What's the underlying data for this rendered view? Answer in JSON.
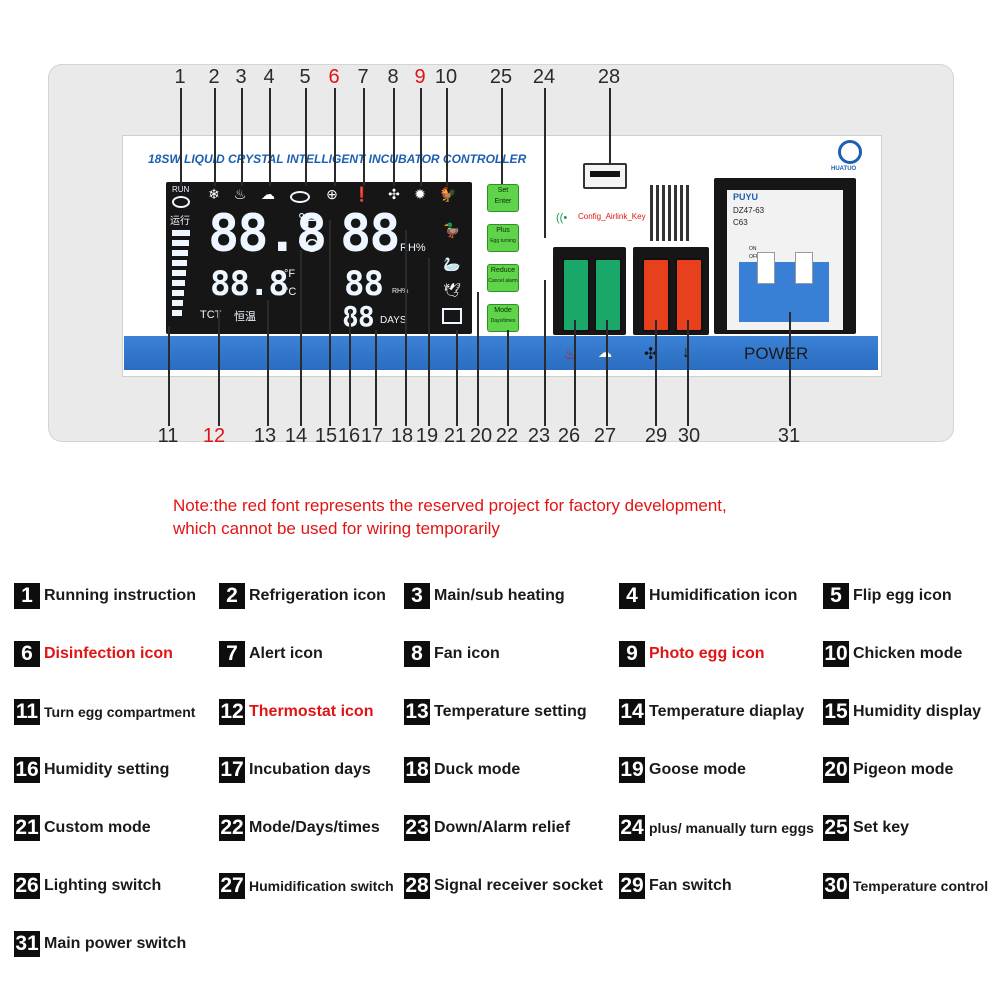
{
  "device": {
    "controller_title": "18SW LIQUID CRYSTAL INTELLIGENT INCUBATOR CONTROLLER",
    "brand": "HUATUO",
    "lcd": {
      "run_label": "RUN",
      "run_cn": "运行",
      "main_temp": "88.8",
      "unit_f": "°F",
      "unit_c": "°C",
      "main_hum": "88",
      "rh_label": "RH%",
      "sub_temp": "88.8",
      "sub_unit_f": "°F",
      "sub_unit_c": "°C",
      "sub_hum": "88",
      "sub_rh_label": "RH%",
      "days_value": "88",
      "days_label": "DAYS",
      "tct_label": "TCT",
      "thermostat_cn": "恒温"
    },
    "buttons": {
      "set": "Set",
      "enter": "Enter",
      "plus": "Plus",
      "egg_turning": "Egg turning",
      "reduce": "Reduce",
      "cancel_alarm": "Cancel alarm",
      "mode": "Mode",
      "days_times": "Days/times"
    },
    "wifi_label": "Config_Airlink_Key",
    "breaker": {
      "brand": "PUYU",
      "model": "DZ47-63",
      "rating": "C63",
      "on_label": "ON",
      "off_label": "OFF",
      "power_label": "POWER"
    }
  },
  "top_numbers": [
    {
      "n": "1",
      "red": false
    },
    {
      "n": "2",
      "red": false
    },
    {
      "n": "3",
      "red": false
    },
    {
      "n": "4",
      "red": false
    },
    {
      "n": "5",
      "red": false
    },
    {
      "n": "6",
      "red": true
    },
    {
      "n": "7",
      "red": false
    },
    {
      "n": "8",
      "red": false
    },
    {
      "n": "9",
      "red": true
    },
    {
      "n": "10",
      "red": false
    },
    {
      "n": "25",
      "red": false
    },
    {
      "n": "24",
      "red": false
    },
    {
      "n": "28",
      "red": false
    }
  ],
  "bottom_numbers": [
    {
      "n": "11",
      "red": false
    },
    {
      "n": "12",
      "red": true
    },
    {
      "n": "13",
      "red": false
    },
    {
      "n": "14",
      "red": false
    },
    {
      "n": "15",
      "red": false
    },
    {
      "n": "16",
      "red": false
    },
    {
      "n": "17",
      "red": false
    },
    {
      "n": "18",
      "red": false
    },
    {
      "n": "19",
      "red": false
    },
    {
      "n": "21",
      "red": false
    },
    {
      "n": "20",
      "red": false
    },
    {
      "n": "22",
      "red": false
    },
    {
      "n": "23",
      "red": false
    },
    {
      "n": "26",
      "red": false
    },
    {
      "n": "27",
      "red": false
    },
    {
      "n": "29",
      "red": false
    },
    {
      "n": "30",
      "red": false
    },
    {
      "n": "31",
      "red": false
    }
  ],
  "note": {
    "line1": "Note:the red font represents the reserved project for factory development,",
    "line2": "which cannot be used for wiring temporarily"
  },
  "legend": [
    {
      "n": "1",
      "text": "Running instruction",
      "red": false
    },
    {
      "n": "2",
      "text": "Refrigeration icon",
      "red": false
    },
    {
      "n": "3",
      "text": "Main/sub heating",
      "red": false
    },
    {
      "n": "4",
      "text": "Humidification icon",
      "red": false
    },
    {
      "n": "5",
      "text": "Flip egg icon",
      "red": false
    },
    {
      "n": "6",
      "text": "Disinfection icon",
      "red": true
    },
    {
      "n": "7",
      "text": "Alert icon",
      "red": false
    },
    {
      "n": "8",
      "text": "Fan icon",
      "red": false
    },
    {
      "n": "9",
      "text": "Photo egg icon",
      "red": true
    },
    {
      "n": "10",
      "text": "Chicken mode",
      "red": false
    },
    {
      "n": "11",
      "text": "Turn egg compartment",
      "red": false
    },
    {
      "n": "12",
      "text": "Thermostat icon",
      "red": true
    },
    {
      "n": "13",
      "text": "Temperature setting",
      "red": false
    },
    {
      "n": "14",
      "text": "Temperature diaplay",
      "red": false
    },
    {
      "n": "15",
      "text": "Humidity display",
      "red": false
    },
    {
      "n": "16",
      "text": "Humidity setting",
      "red": false
    },
    {
      "n": "17",
      "text": "Incubation days",
      "red": false
    },
    {
      "n": "18",
      "text": "Duck mode",
      "red": false
    },
    {
      "n": "19",
      "text": "Goose mode",
      "red": false
    },
    {
      "n": "20",
      "text": "Pigeon mode",
      "red": false
    },
    {
      "n": "21",
      "text": "Custom mode",
      "red": false
    },
    {
      "n": "22",
      "text": "Mode/Days/times",
      "red": false
    },
    {
      "n": "23",
      "text": "Down/Alarm relief",
      "red": false
    },
    {
      "n": "24",
      "text": "plus/ manually turn eggs",
      "red": false
    },
    {
      "n": "25",
      "text": "Set key",
      "red": false
    },
    {
      "n": "26",
      "text": "Lighting switch",
      "red": false
    },
    {
      "n": "27",
      "text": "Humidification switch",
      "red": false
    },
    {
      "n": "28",
      "text": "Signal receiver socket",
      "red": false
    },
    {
      "n": "29",
      "text": "Fan switch",
      "red": false
    },
    {
      "n": "30",
      "text": "Temperature control",
      "red": false
    },
    {
      "n": "31",
      "text": "Main power switch",
      "red": false
    }
  ],
  "colors": {
    "red": "#e11414",
    "lcd": "#161616",
    "band_blue": "#2a6cc0",
    "button_green": "#5fd34a",
    "switch_green": "#1aa86a",
    "switch_red": "#e8401c"
  }
}
